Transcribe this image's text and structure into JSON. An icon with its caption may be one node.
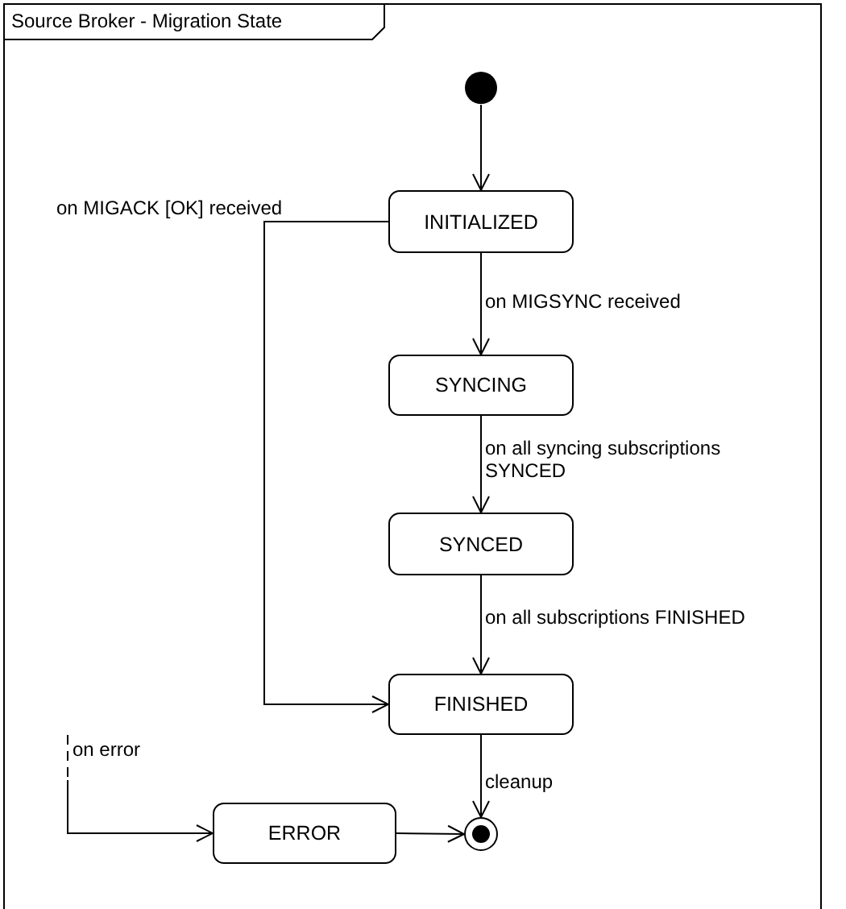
{
  "diagram": {
    "nodes": [
      {
        "text": [
          "Source Broker - Migration State"
        ]
      },
      {
        "text": [],
        "shape": "circle",
        "in": 0
      },
      {
        "text": [
          "INITIALIZED"
        ],
        "in": 0
      },
      {
        "text": [
          "SYNCING"
        ],
        "in": 0
      },
      {
        "text": [
          "SYNCED"
        ],
        "in": 0
      },
      {
        "text": [
          "FINISHED"
        ],
        "in": 0
      },
      {
        "text": [
          "ERROR"
        ],
        "in": 0
      },
      {
        "text": [],
        "shape": "circle",
        "in": 0
      }
    ],
    "edges": [
      {
        "from": 1,
        "to": 2,
        "arrow": "to"
      },
      {
        "from": 2,
        "to": 3,
        "arrow": "to",
        "label": "on MIGSYNC received"
      },
      {
        "from": 3,
        "to": 4,
        "arrow": "to",
        "label": "on all syncing subscriptions SYNCED"
      },
      {
        "from": 4,
        "to": 5,
        "arrow": "to",
        "label": "on all subscriptions FINISHED"
      },
      {
        "from": 2,
        "to": 5,
        "arrow": "to",
        "label": "on MIGACK [OK] received"
      },
      {
        "from": 5,
        "to": 7,
        "arrow": "to",
        "label": "cleanup"
      },
      {
        "from": 6,
        "to": 7,
        "arrow": "to"
      },
      {
        "from": null,
        "to": 6,
        "arrow": "to",
        "label": "on error"
      }
    ]
  }
}
